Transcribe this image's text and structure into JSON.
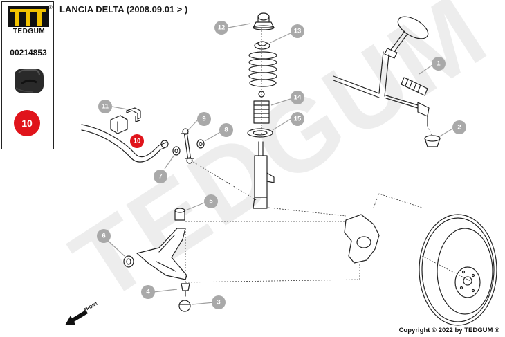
{
  "brand": {
    "word": "TEDGUM",
    "reg": "®"
  },
  "part_code": "00214853",
  "highlight_badge": "10",
  "title": "LANCIA DELTA  (2008.09.01 > )",
  "front_label": "FRONT",
  "copyright": "Copyright © 2022 by TEDGUM ®",
  "watermark": "TEDGUM",
  "colors": {
    "badge": "#e0141b",
    "callout": "#a9a9a9",
    "watermark": "#ececec",
    "logo_yellow": "#f2c200"
  },
  "callouts": [
    {
      "n": "1"
    },
    {
      "n": "2"
    },
    {
      "n": "3"
    },
    {
      "n": "4"
    },
    {
      "n": "5"
    },
    {
      "n": "6"
    },
    {
      "n": "7"
    },
    {
      "n": "8"
    },
    {
      "n": "9"
    },
    {
      "n": "10"
    },
    {
      "n": "11"
    },
    {
      "n": "12"
    },
    {
      "n": "13"
    },
    {
      "n": "14"
    },
    {
      "n": "15"
    }
  ]
}
